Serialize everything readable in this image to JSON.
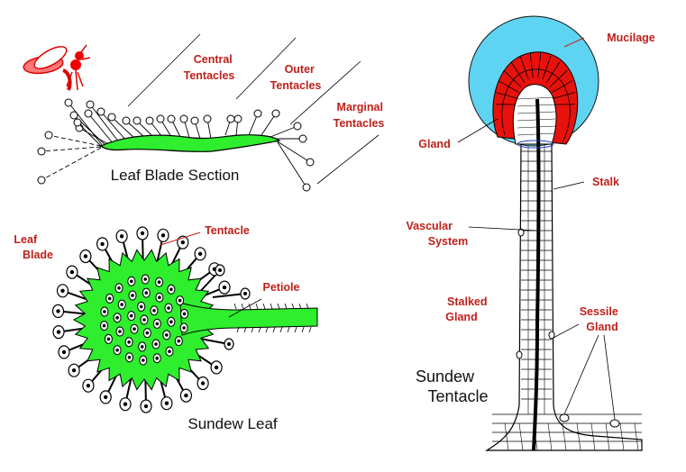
{
  "colors": {
    "leaf_green": "#2eee2e",
    "mucilage_blue": "#5fd4f2",
    "gland_red": "#e8120c",
    "label_red": "#c0201a",
    "line_black": "#000000"
  },
  "icons": [
    "mosquito-icon"
  ],
  "leaf_section": {
    "title": "Leaf Blade Section",
    "labels": {
      "central": [
        "Central",
        "Tentacles"
      ],
      "outer": [
        "Outer",
        "Tentacles"
      ],
      "marginal": [
        "Marginal",
        "Tentacles"
      ]
    }
  },
  "sundew_leaf": {
    "title": "Sundew Leaf",
    "labels": {
      "leaf_blade": [
        "Leaf",
        "Blade"
      ],
      "tentacle": "Tentacle",
      "petiole": "Petiole"
    }
  },
  "sundew_tentacle": {
    "title": [
      "Sundew",
      "Tentacle"
    ],
    "labels": {
      "mucilage": "Mucilage",
      "gland": "Gland",
      "stalk": "Stalk",
      "vascular": [
        "Vascular",
        "System"
      ],
      "stalked": [
        "Stalked",
        "Gland"
      ],
      "sessile": [
        "Sessile",
        "Gland"
      ]
    }
  }
}
